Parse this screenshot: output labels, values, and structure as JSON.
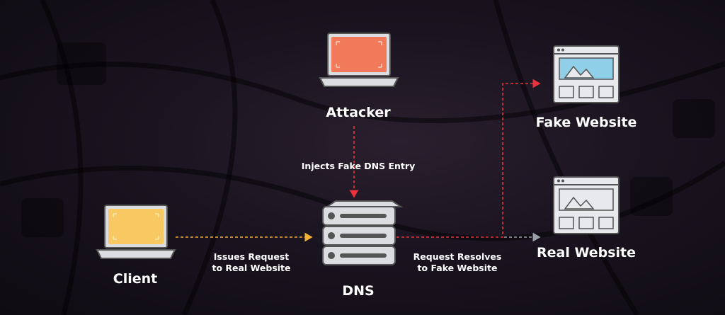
{
  "nodes": {
    "attacker": "Attacker",
    "client": "Client",
    "dns": "DNS",
    "fake_website": "Fake Website",
    "real_website": "Real Website"
  },
  "edges": {
    "inject": "Injects Fake DNS Entry",
    "issues_line1": "Issues Request",
    "issues_line2": "to Real Website",
    "resolves_line1": "Request Resolves",
    "resolves_line2": "to Fake Website"
  },
  "colors": {
    "attacker_screen": "#f07a5a",
    "client_screen": "#f8c862",
    "attack_path": "#e8323c",
    "client_path": "#f2b233",
    "real_path": "#9aa0a8"
  }
}
